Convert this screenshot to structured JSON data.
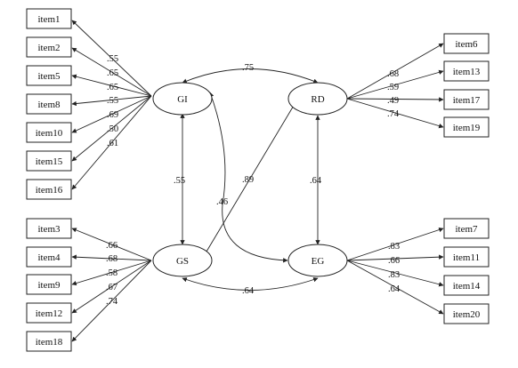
{
  "latents": {
    "GI": "GI",
    "RD": "RD",
    "GS": "GS",
    "EG": "EG"
  },
  "items": {
    "left_top": [
      "item1",
      "item2",
      "item5",
      "item8",
      "item10",
      "item15",
      "item16"
    ],
    "left_bottom": [
      "item3",
      "item4",
      "item9",
      "item12",
      "item18"
    ],
    "right_top": [
      "item6",
      "item13",
      "item17",
      "item19"
    ],
    "right_bottom": [
      "item7",
      "item11",
      "item14",
      "item20"
    ]
  },
  "loadings": {
    "GI": [
      ".55",
      ".65",
      ".65",
      ".55",
      ".69",
      ".50",
      ".61"
    ],
    "GS": [
      ".66",
      ".68",
      ".58",
      ".67",
      ".74"
    ],
    "RD": [
      ".68",
      ".59",
      ".49",
      ".74"
    ],
    "EG": [
      ".83",
      ".66",
      ".83",
      ".64"
    ]
  },
  "paths": {
    "GI_RD": ".75",
    "GI_GS": ".55",
    "GI_EG": ".46",
    "GS_RD": ".89",
    "RD_EG": ".64",
    "GS_EG": ".64"
  }
}
